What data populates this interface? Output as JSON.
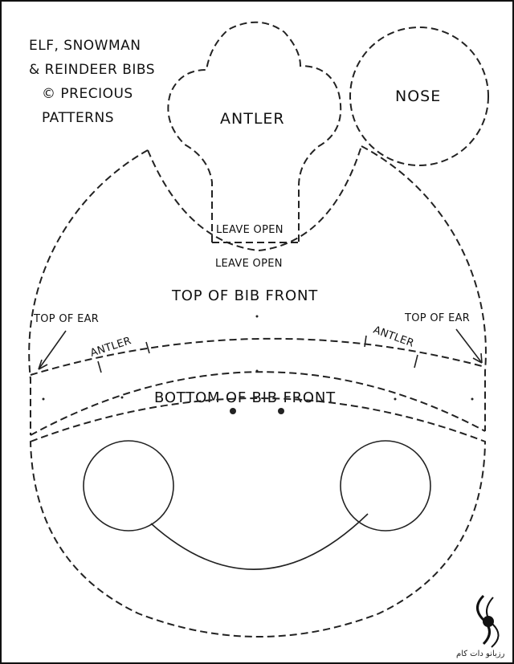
{
  "title_lines": [
    "ELF, SNOWMAN",
    "& REINDEER BIBS",
    "© PRECIOUS",
    "PATTERNS"
  ],
  "pieces": {
    "antler": "ANTLER",
    "nose": "NOSE",
    "leave_open_antler": "LEAVE OPEN",
    "leave_open_bib": "LEAVE OPEN",
    "top_of_bib_front": "TOP OF BIB FRONT",
    "bottom_of_bib_front": "BOTTOM OF BIB FRONT",
    "top_of_ear_left": "TOP OF EAR",
    "top_of_ear_right": "TOP OF EAR",
    "antler_mark_left": "ANTLER",
    "antler_mark_right": "ANTLER"
  },
  "watermark": "رزبانو دات کام"
}
